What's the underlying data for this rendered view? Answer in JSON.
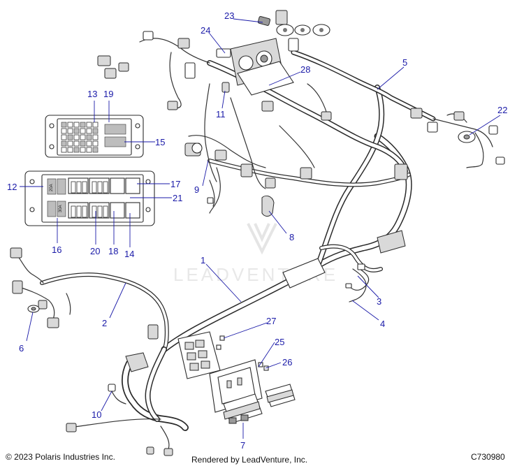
{
  "diagram": {
    "callouts": [
      "1",
      "2",
      "3",
      "4",
      "5",
      "6",
      "7",
      "8",
      "9",
      "10",
      "11",
      "12",
      "13",
      "14",
      "15",
      "16",
      "17",
      "18",
      "19",
      "20",
      "21",
      "22",
      "23",
      "24",
      "25",
      "26",
      "27",
      "28"
    ],
    "watermark": "LEADVENTURE",
    "fuse_labels": [
      "20A",
      "30A"
    ]
  },
  "footer": {
    "copyright": "© 2023 Polaris Industries Inc.",
    "rendered_by": "Rendered by LeadVenture, Inc.",
    "diagram_id": "C730980"
  },
  "colors": {
    "callout": "#1a1aa8",
    "line": "#2a2a2a"
  }
}
